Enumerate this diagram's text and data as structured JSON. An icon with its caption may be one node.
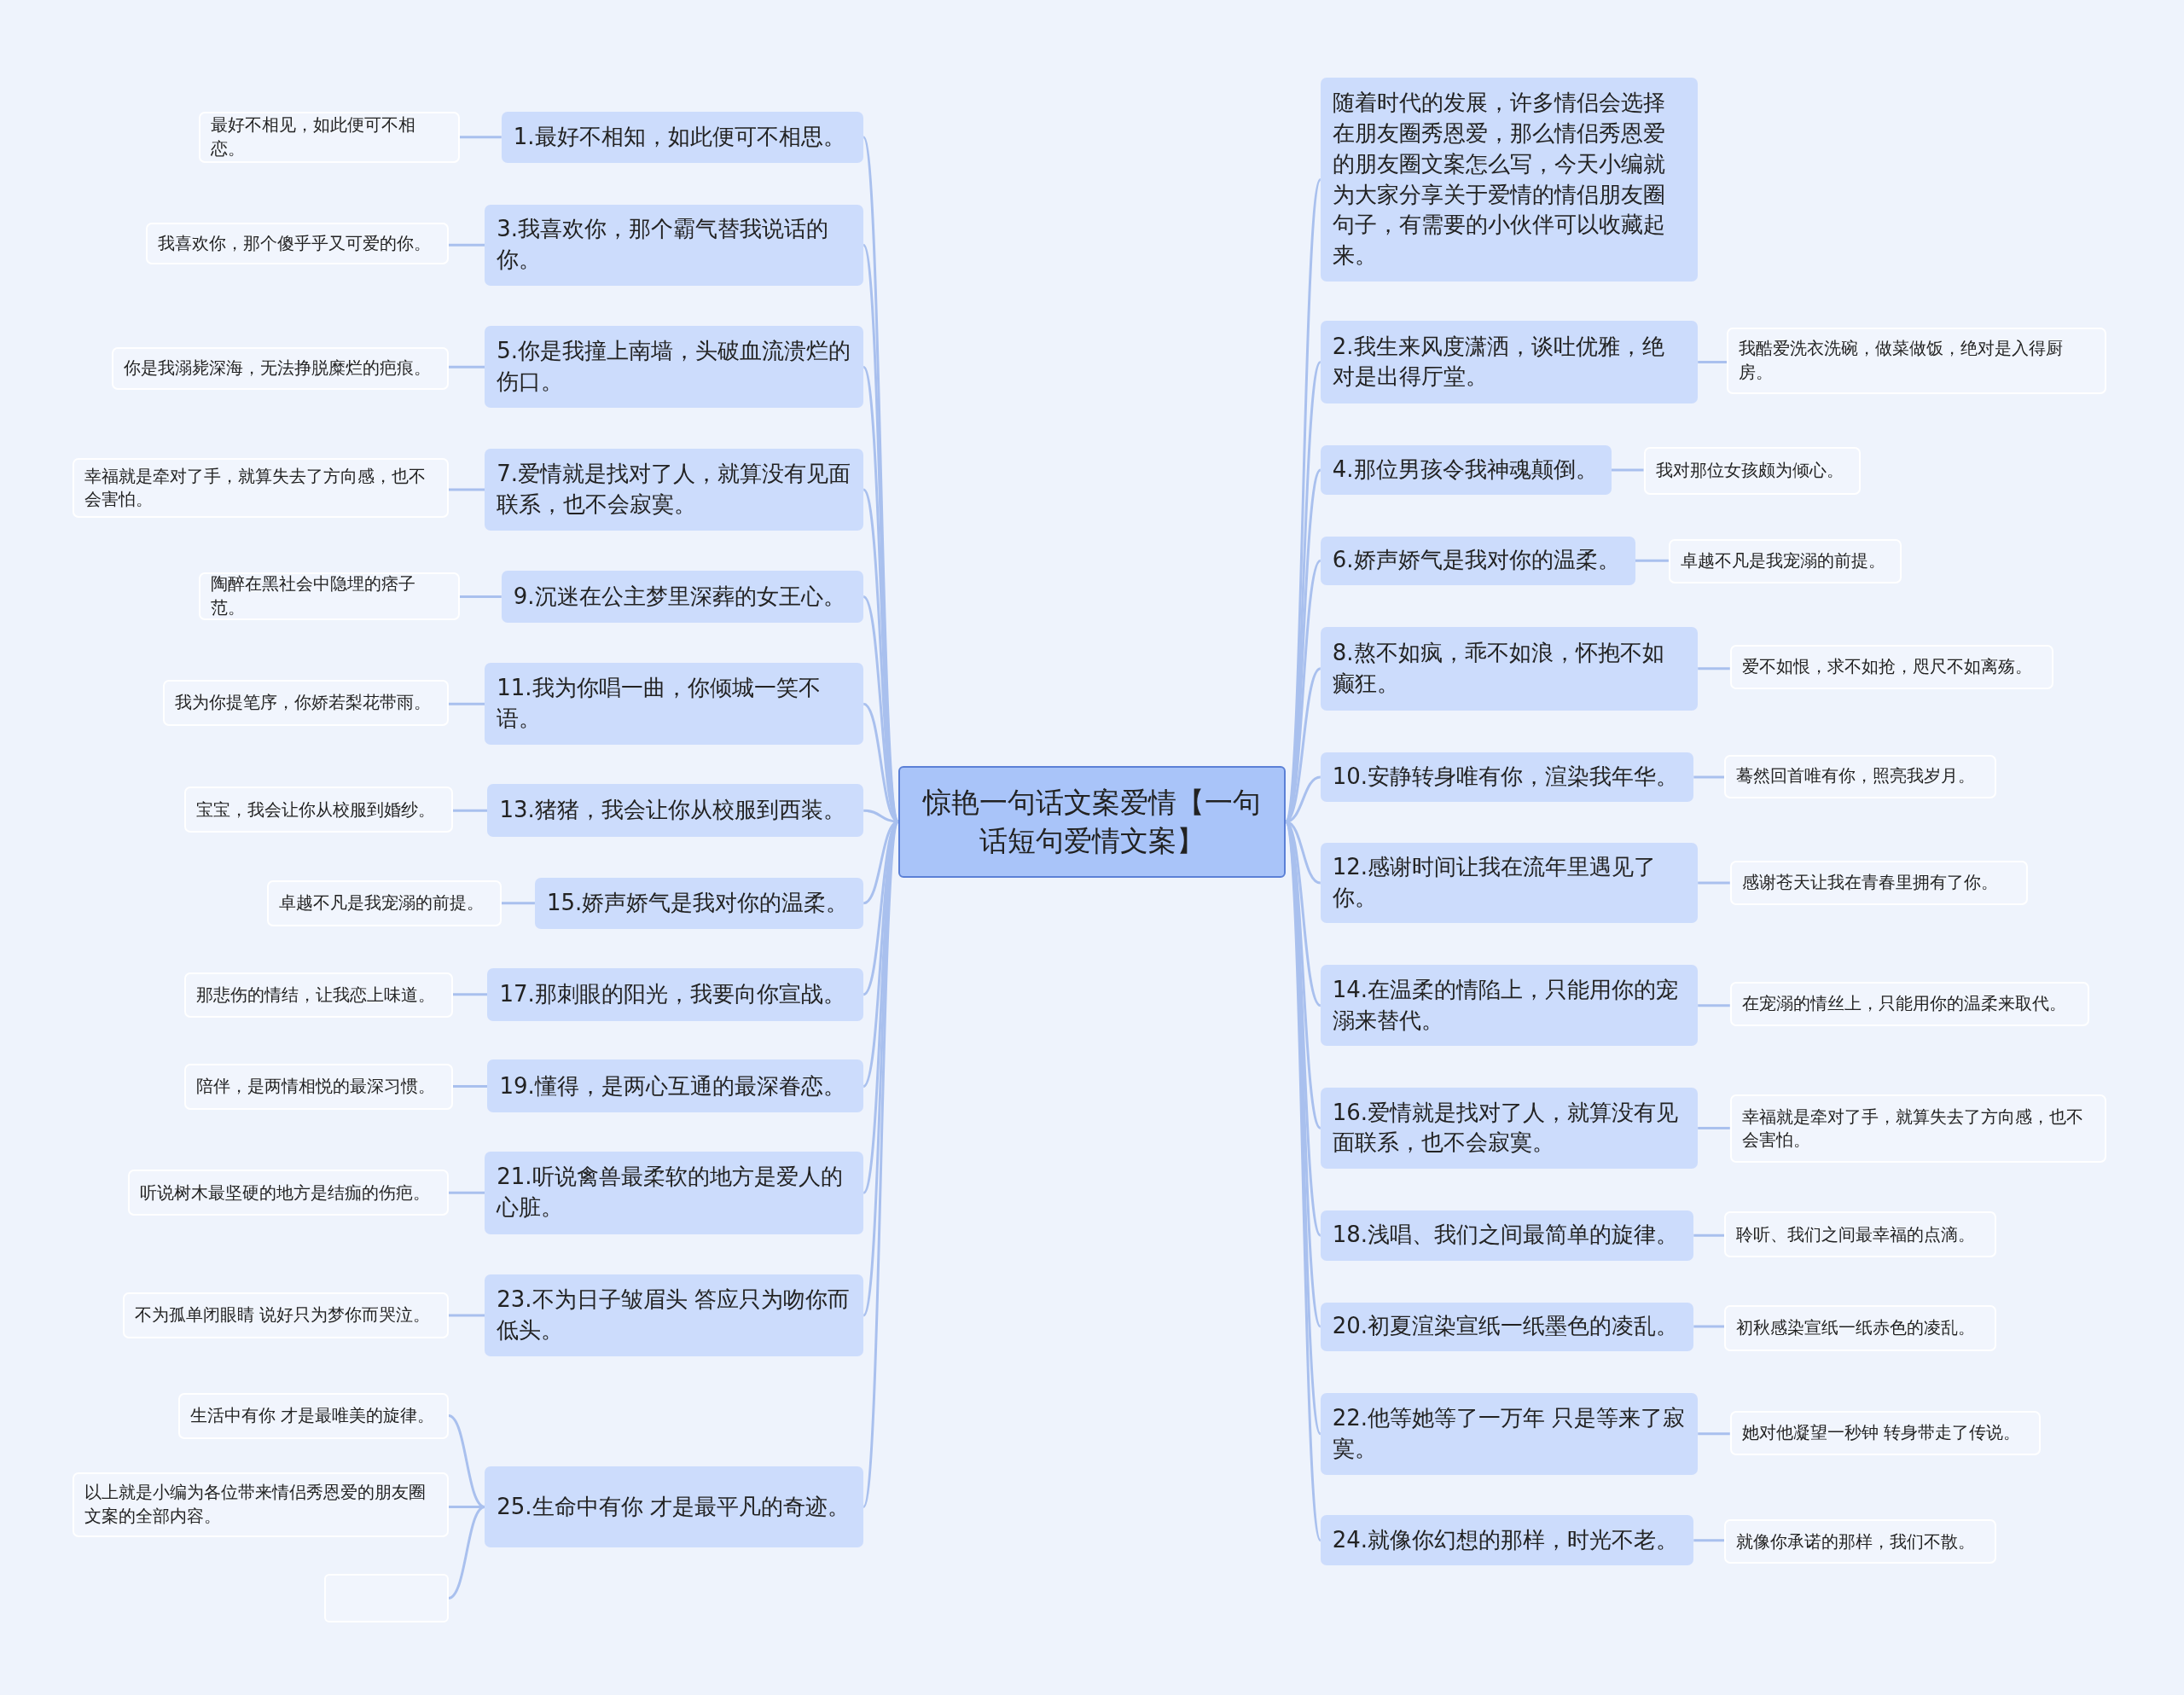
{
  "diagram": {
    "nodes": [
      {
        "text": [
          "惊艳一句话文案爱情【一句话短句爱情文案】"
        ]
      },
      {
        "text": [
          "1.最好不相知，如此便可不相思。"
        ]
      },
      {
        "text": [
          "最好不相见，如此便可不相恋。"
        ]
      },
      {
        "text": [
          "3.我喜欢你，那个霸气替我说话的你。"
        ]
      },
      {
        "text": [
          "我喜欢你，那个傻乎乎又可爱的你。"
        ]
      },
      {
        "text": [
          "5.你是我撞上南墙，头破血流溃烂的伤口。"
        ]
      },
      {
        "text": [
          "你是我溺毙深海，无法挣脱糜烂的疤痕。"
        ]
      },
      {
        "text": [
          "7.爱情就是找对了人，就算没有见面联系，也不会寂寞。"
        ]
      },
      {
        "text": [
          "幸福就是牵对了手，就算失去了方向感，也不会害怕。"
        ]
      },
      {
        "text": [
          "9.沉迷在公主梦里深葬的女王心。"
        ]
      },
      {
        "text": [
          "陶醉在黑社会中隐埋的痞子范。"
        ]
      },
      {
        "text": [
          "11.我为你唱一曲，你倾城一笑不语。"
        ]
      },
      {
        "text": [
          "我为你提笔序，你娇若梨花带雨。"
        ]
      },
      {
        "text": [
          "13.猪猪，我会让你从校服到西装。"
        ]
      },
      {
        "text": [
          "宝宝，我会让你从校服到婚纱。"
        ]
      },
      {
        "text": [
          "15.娇声娇气是我对你的温柔。"
        ]
      },
      {
        "text": [
          "卓越不凡是我宠溺的前提。"
        ]
      },
      {
        "text": [
          "17.那刺眼的阳光，我要向你宣战。"
        ]
      },
      {
        "text": [
          "那悲伤的情结，让我恋上味道。"
        ]
      },
      {
        "text": [
          "19.懂得，是两心互通的最深眷恋。"
        ]
      },
      {
        "text": [
          "陪伴，是两情相悦的最深习惯。"
        ]
      },
      {
        "text": [
          "21.听说禽兽最柔软的地方是爱人的心脏。"
        ]
      },
      {
        "text": [
          "听说树木最坚硬的地方是结痂的伤疤。"
        ]
      },
      {
        "text": [
          "23.不为日子皱眉头 答应只为吻你而低头。"
        ]
      },
      {
        "text": [
          "不为孤单闭眼睛 说好只为梦你而哭泣。"
        ]
      },
      {
        "text": [
          "25.生命中有你 才是最平凡的奇迹。"
        ]
      },
      {
        "text": [
          "生活中有你 才是最唯美的旋律。"
        ]
      },
      {
        "text": [
          "以上就是小编为各位带来情侣秀恩爱的朋友圈文案的全部内容。"
        ]
      },
      {
        "text": [],
        "shape": "box"
      },
      {
        "text": [
          "随着时代的发展，许多情侣会选择在朋友圈秀恩爱，那么情侣秀恩爱的朋友圈文案怎么写，今天小编就为大家分享关于爱情的情侣朋友圈句子，有需要的小伙伴可以收藏起来。"
        ]
      },
      {
        "text": [
          "2.我生来风度潇洒，谈吐优雅，绝对是出得厅堂。"
        ]
      },
      {
        "text": [
          "我酷爱洗衣洗碗，做菜做饭，绝对是入得厨房。"
        ]
      },
      {
        "text": [
          "4.那位男孩令我神魂颠倒。"
        ]
      },
      {
        "text": [
          "我对那位女孩颇为倾心。"
        ]
      },
      {
        "text": [
          "6.娇声娇气是我对你的温柔。"
        ]
      },
      {
        "text": [
          "卓越不凡是我宠溺的前提。"
        ]
      },
      {
        "text": [
          "8.熬不如疯，乖不如浪，怀抱不如癫狂。"
        ]
      },
      {
        "text": [
          "爱不如恨，求不如抢，咫尺不如离殇。"
        ]
      },
      {
        "text": [
          "10.安静转身唯有你，渲染我年华。"
        ]
      },
      {
        "text": [
          "蓦然回首唯有你，照亮我岁月。"
        ]
      },
      {
        "text": [
          "12.感谢时间让我在流年里遇见了你。"
        ]
      },
      {
        "text": [
          "感谢苍天让我在青春里拥有了你。"
        ]
      },
      {
        "text": [
          "14.在温柔的情陷上，只能用你的宠溺来替代。"
        ]
      },
      {
        "text": [
          "在宠溺的情丝上，只能用你的温柔来取代。"
        ]
      },
      {
        "text": [
          "16.爱情就是找对了人，就算没有见面联系，也不会寂寞。"
        ]
      },
      {
        "text": [
          "幸福就是牵对了手，就算失去了方向感，也不会害怕。"
        ]
      },
      {
        "text": [
          "18.浅唱、我们之间最简单的旋律。"
        ]
      },
      {
        "text": [
          "聆听、我们之间最幸福的点滴。"
        ]
      },
      {
        "text": [
          "20.初夏渲染宣纸一纸墨色的凌乱。"
        ]
      },
      {
        "text": [
          "初秋感染宣纸一纸赤色的凌乱。"
        ]
      },
      {
        "text": [
          "22.他等她等了一万年 只是等来了寂寞。"
        ]
      },
      {
        "text": [
          "她对他凝望一秒钟 转身带走了传说。"
        ]
      },
      {
        "text": [
          "24.就像你幻想的那样，时光不老。"
        ]
      },
      {
        "text": [
          "就像你承诺的那样，我们不散。"
        ]
      }
    ],
    "edges": [
      {
        "from": 0,
        "to": 1,
        "arrow": "none"
      },
      {
        "from": 1,
        "to": 2,
        "arrow": "none"
      },
      {
        "from": 0,
        "to": 3,
        "arrow": "none"
      },
      {
        "from": 3,
        "to": 4,
        "arrow": "none"
      },
      {
        "from": 0,
        "to": 5,
        "arrow": "none"
      },
      {
        "from": 5,
        "to": 6,
        "arrow": "none"
      },
      {
        "from": 0,
        "to": 7,
        "arrow": "none"
      },
      {
        "from": 7,
        "to": 8,
        "arrow": "none"
      },
      {
        "from": 0,
        "to": 9,
        "arrow": "none"
      },
      {
        "from": 9,
        "to": 10,
        "arrow": "none"
      },
      {
        "from": 0,
        "to": 11,
        "arrow": "none"
      },
      {
        "from": 11,
        "to": 12,
        "arrow": "none"
      },
      {
        "from": 0,
        "to": 13,
        "arrow": "none"
      },
      {
        "from": 13,
        "to": 14,
        "arrow": "none"
      },
      {
        "from": 0,
        "to": 15,
        "arrow": "none"
      },
      {
        "from": 15,
        "to": 16,
        "arrow": "none"
      },
      {
        "from": 0,
        "to": 17,
        "arrow": "none"
      },
      {
        "from": 17,
        "to": 18,
        "arrow": "none"
      },
      {
        "from": 0,
        "to": 19,
        "arrow": "none"
      },
      {
        "from": 19,
        "to": 20,
        "arrow": "none"
      },
      {
        "from": 0,
        "to": 21,
        "arrow": "none"
      },
      {
        "from": 21,
        "to": 22,
        "arrow": "none"
      },
      {
        "from": 0,
        "to": 23,
        "arrow": "none"
      },
      {
        "from": 23,
        "to": 24,
        "arrow": "none"
      },
      {
        "from": 0,
        "to": 25,
        "arrow": "none"
      },
      {
        "from": 25,
        "to": 26,
        "arrow": "none"
      },
      {
        "from": 25,
        "to": 27,
        "arrow": "none"
      },
      {
        "from": 25,
        "to": 28,
        "arrow": "none"
      },
      {
        "from": 0,
        "to": 29,
        "arrow": "none"
      },
      {
        "from": 0,
        "to": 30,
        "arrow": "none"
      },
      {
        "from": 30,
        "to": 31,
        "arrow": "none"
      },
      {
        "from": 0,
        "to": 32,
        "arrow": "none"
      },
      {
        "from": 32,
        "to": 33,
        "arrow": "none"
      },
      {
        "from": 0,
        "to": 34,
        "arrow": "none"
      },
      {
        "from": 34,
        "to": 35,
        "arrow": "none"
      },
      {
        "from": 0,
        "to": 36,
        "arrow": "none"
      },
      {
        "from": 36,
        "to": 37,
        "arrow": "none"
      },
      {
        "from": 0,
        "to": 38,
        "arrow": "none"
      },
      {
        "from": 38,
        "to": 39,
        "arrow": "none"
      },
      {
        "from": 0,
        "to": 40,
        "arrow": "none"
      },
      {
        "from": 40,
        "to": 41,
        "arrow": "none"
      },
      {
        "from": 0,
        "to": 42,
        "arrow": "none"
      },
      {
        "from": 42,
        "to": 43,
        "arrow": "none"
      },
      {
        "from": 0,
        "to": 44,
        "arrow": "none"
      },
      {
        "from": 44,
        "to": 45,
        "arrow": "none"
      },
      {
        "from": 0,
        "to": 46,
        "arrow": "none"
      },
      {
        "from": 46,
        "to": 47,
        "arrow": "none"
      },
      {
        "from": 0,
        "to": 48,
        "arrow": "none"
      },
      {
        "from": 48,
        "to": 49,
        "arrow": "none"
      },
      {
        "from": 0,
        "to": 50,
        "arrow": "none"
      },
      {
        "from": 50,
        "to": 51,
        "arrow": "none"
      },
      {
        "from": 0,
        "to": 52,
        "arrow": "none"
      },
      {
        "from": 52,
        "to": 53,
        "arrow": "none"
      }
    ]
  }
}
